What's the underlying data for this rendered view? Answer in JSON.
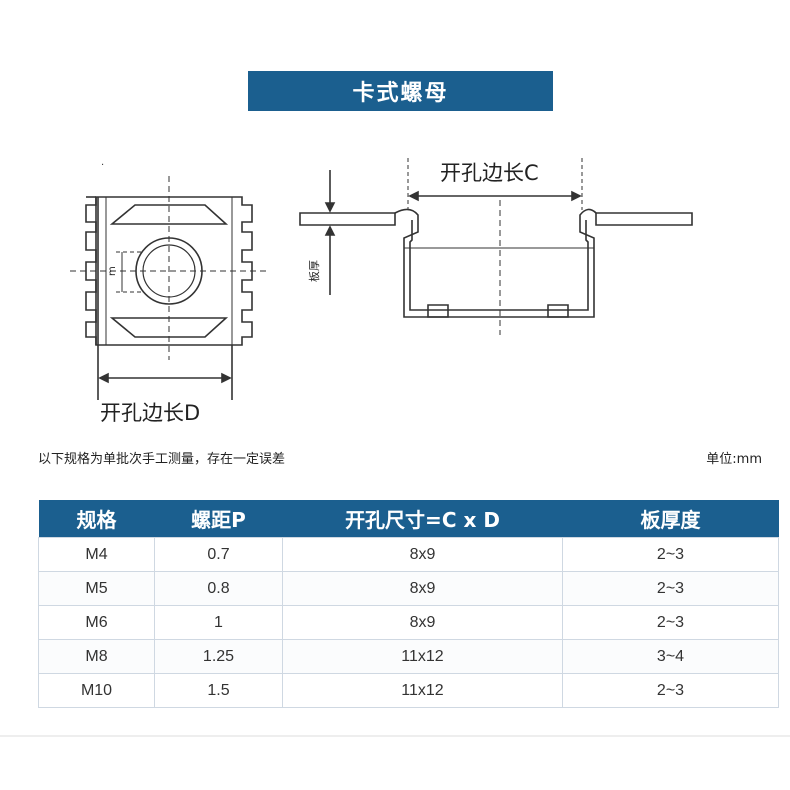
{
  "title": "卡式螺母",
  "diagram": {
    "left_label": "开孔边长D",
    "right_label": "开孔边长C",
    "thickness_label": "板厚",
    "m_label": "m"
  },
  "note_left": "以下规格为单批次手工测量，存在一定误差",
  "note_right": "单位:mm",
  "table": {
    "headers": [
      "规格",
      "螺距P",
      "开孔尺寸=C x D",
      "板厚度"
    ],
    "rows": [
      [
        "M4",
        "0.7",
        "8x9",
        "2~3"
      ],
      [
        "M5",
        "0.8",
        "8x9",
        "2~3"
      ],
      [
        "M6",
        "1",
        "8x9",
        "2~3"
      ],
      [
        "M8",
        "1.25",
        "11x12",
        "3~4"
      ],
      [
        "M10",
        "1.5",
        "11x12",
        "2~3"
      ]
    ]
  }
}
